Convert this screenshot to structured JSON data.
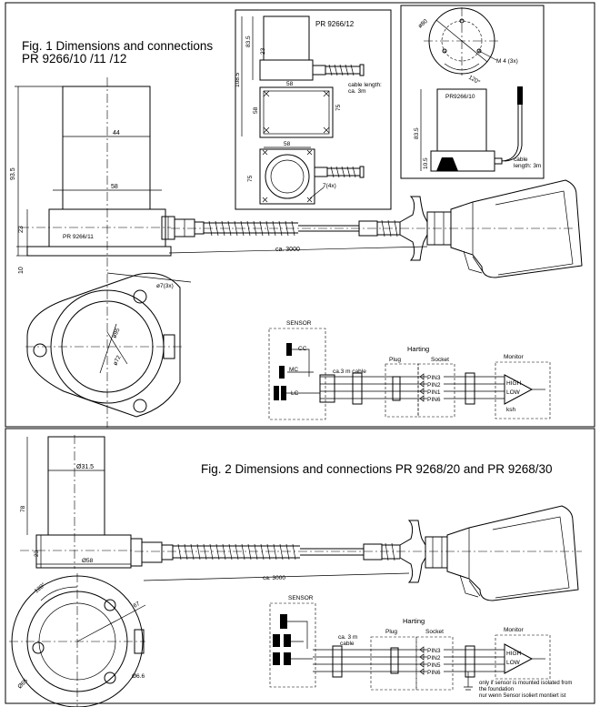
{
  "fig1": {
    "title_line1": "Fig. 1 Dimensions and connections",
    "title_line2": "PR 9266/10 /11 /12",
    "dims": {
      "h_93_5": "93.5",
      "h_23": "23",
      "h_10": "10",
      "w_44": "44",
      "w_58": "58",
      "model_label": "PR 9266/11",
      "cable": "ca. 3000",
      "dia_7": "ø7(3x)",
      "dia_95": "ø95",
      "dia_72": "ø72"
    },
    "inset12": {
      "title": "PR 9266/12",
      "d_83_5": "83.5",
      "d_23": "23",
      "d_108_5": "108.5",
      "d_58a": "58",
      "d_58b": "58",
      "d_75": "75",
      "d_58c": "58",
      "d_75b": "75",
      "cable_line1": "cable length:",
      "cable_line2": "ca. 3m",
      "hole": "7(4x)"
    },
    "inset10": {
      "dia_80": "ø80",
      "thread": "M 4 (3x)",
      "angle": "120°",
      "title": "PR9266/10",
      "d_83_5": "83.5",
      "d_10_5": "10.5",
      "cable_line1": "cable",
      "cable_line2": "length: 3m"
    },
    "circuit": {
      "sensor": "SENSOR",
      "cc": "CC",
      "mc": "MC",
      "lc": "LC",
      "cable": "ca.3 m cable",
      "harting": "Harting",
      "plug": "Plug",
      "socket": "Socket",
      "pins": [
        "PIN3",
        "PIN2",
        "PIN1",
        "PIN6"
      ],
      "monitor": "Monitor",
      "high": "HIGH",
      "low": "LOW",
      "ksh": "ksh"
    }
  },
  "fig2": {
    "title": "Fig. 2 Dimensions and connections PR 9268/20 and PR 9268/30",
    "dims": {
      "h_78": "78",
      "h_23": "23",
      "dia_31_5": "Ø31.5",
      "dia_58": "Ø58",
      "cable": "ca. 3000",
      "angle": "120°",
      "dia_67": "67",
      "dia_6_6": "Ø6.6",
      "dia_65": "Ø65"
    },
    "circuit": {
      "sensor": "SENSOR",
      "cable_line1": "ca. 3 m",
      "cable_line2": "cable",
      "harting": "Harting",
      "plug": "Plug",
      "socket": "Socket",
      "pins": [
        "PIN3",
        "PIN2",
        "PIN5",
        "PIN6"
      ],
      "monitor": "Monitor",
      "high": "HIGH",
      "low": "LOW",
      "note_line1": "only if sensor is mounted isolated from",
      "note_line2": "the foundation",
      "note_line3": "nur wenn Sensor isoliert montiert ist"
    }
  }
}
